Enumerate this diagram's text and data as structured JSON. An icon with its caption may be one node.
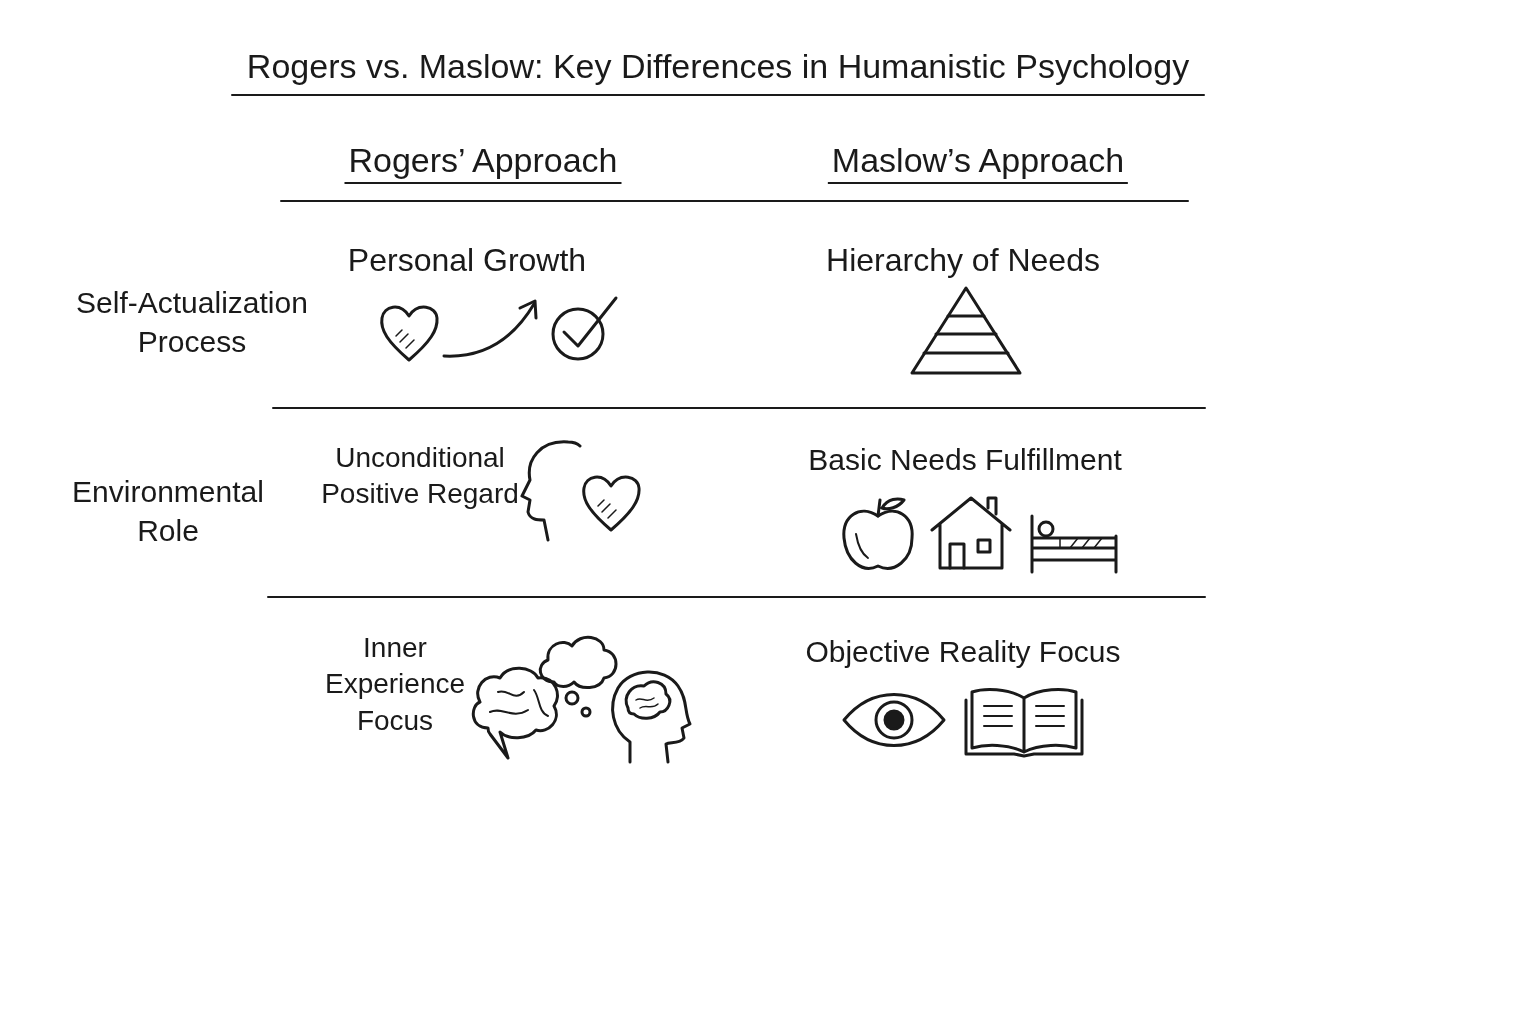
{
  "diagram": {
    "title": "Rogers vs. Maslow: Key Differences in Humanistic Psychology",
    "labels": [
      "Rogers’ Approach",
      "Maslow’s Approach",
      "Self-Actualization Process",
      "Personal Growth",
      "Hierarchy of Needs",
      "Environmental Role",
      "Unconditional Positive Regard",
      "Basic Needs Fulfillment",
      "Inner Experience Focus",
      "Objective Reality Focus"
    ]
  }
}
